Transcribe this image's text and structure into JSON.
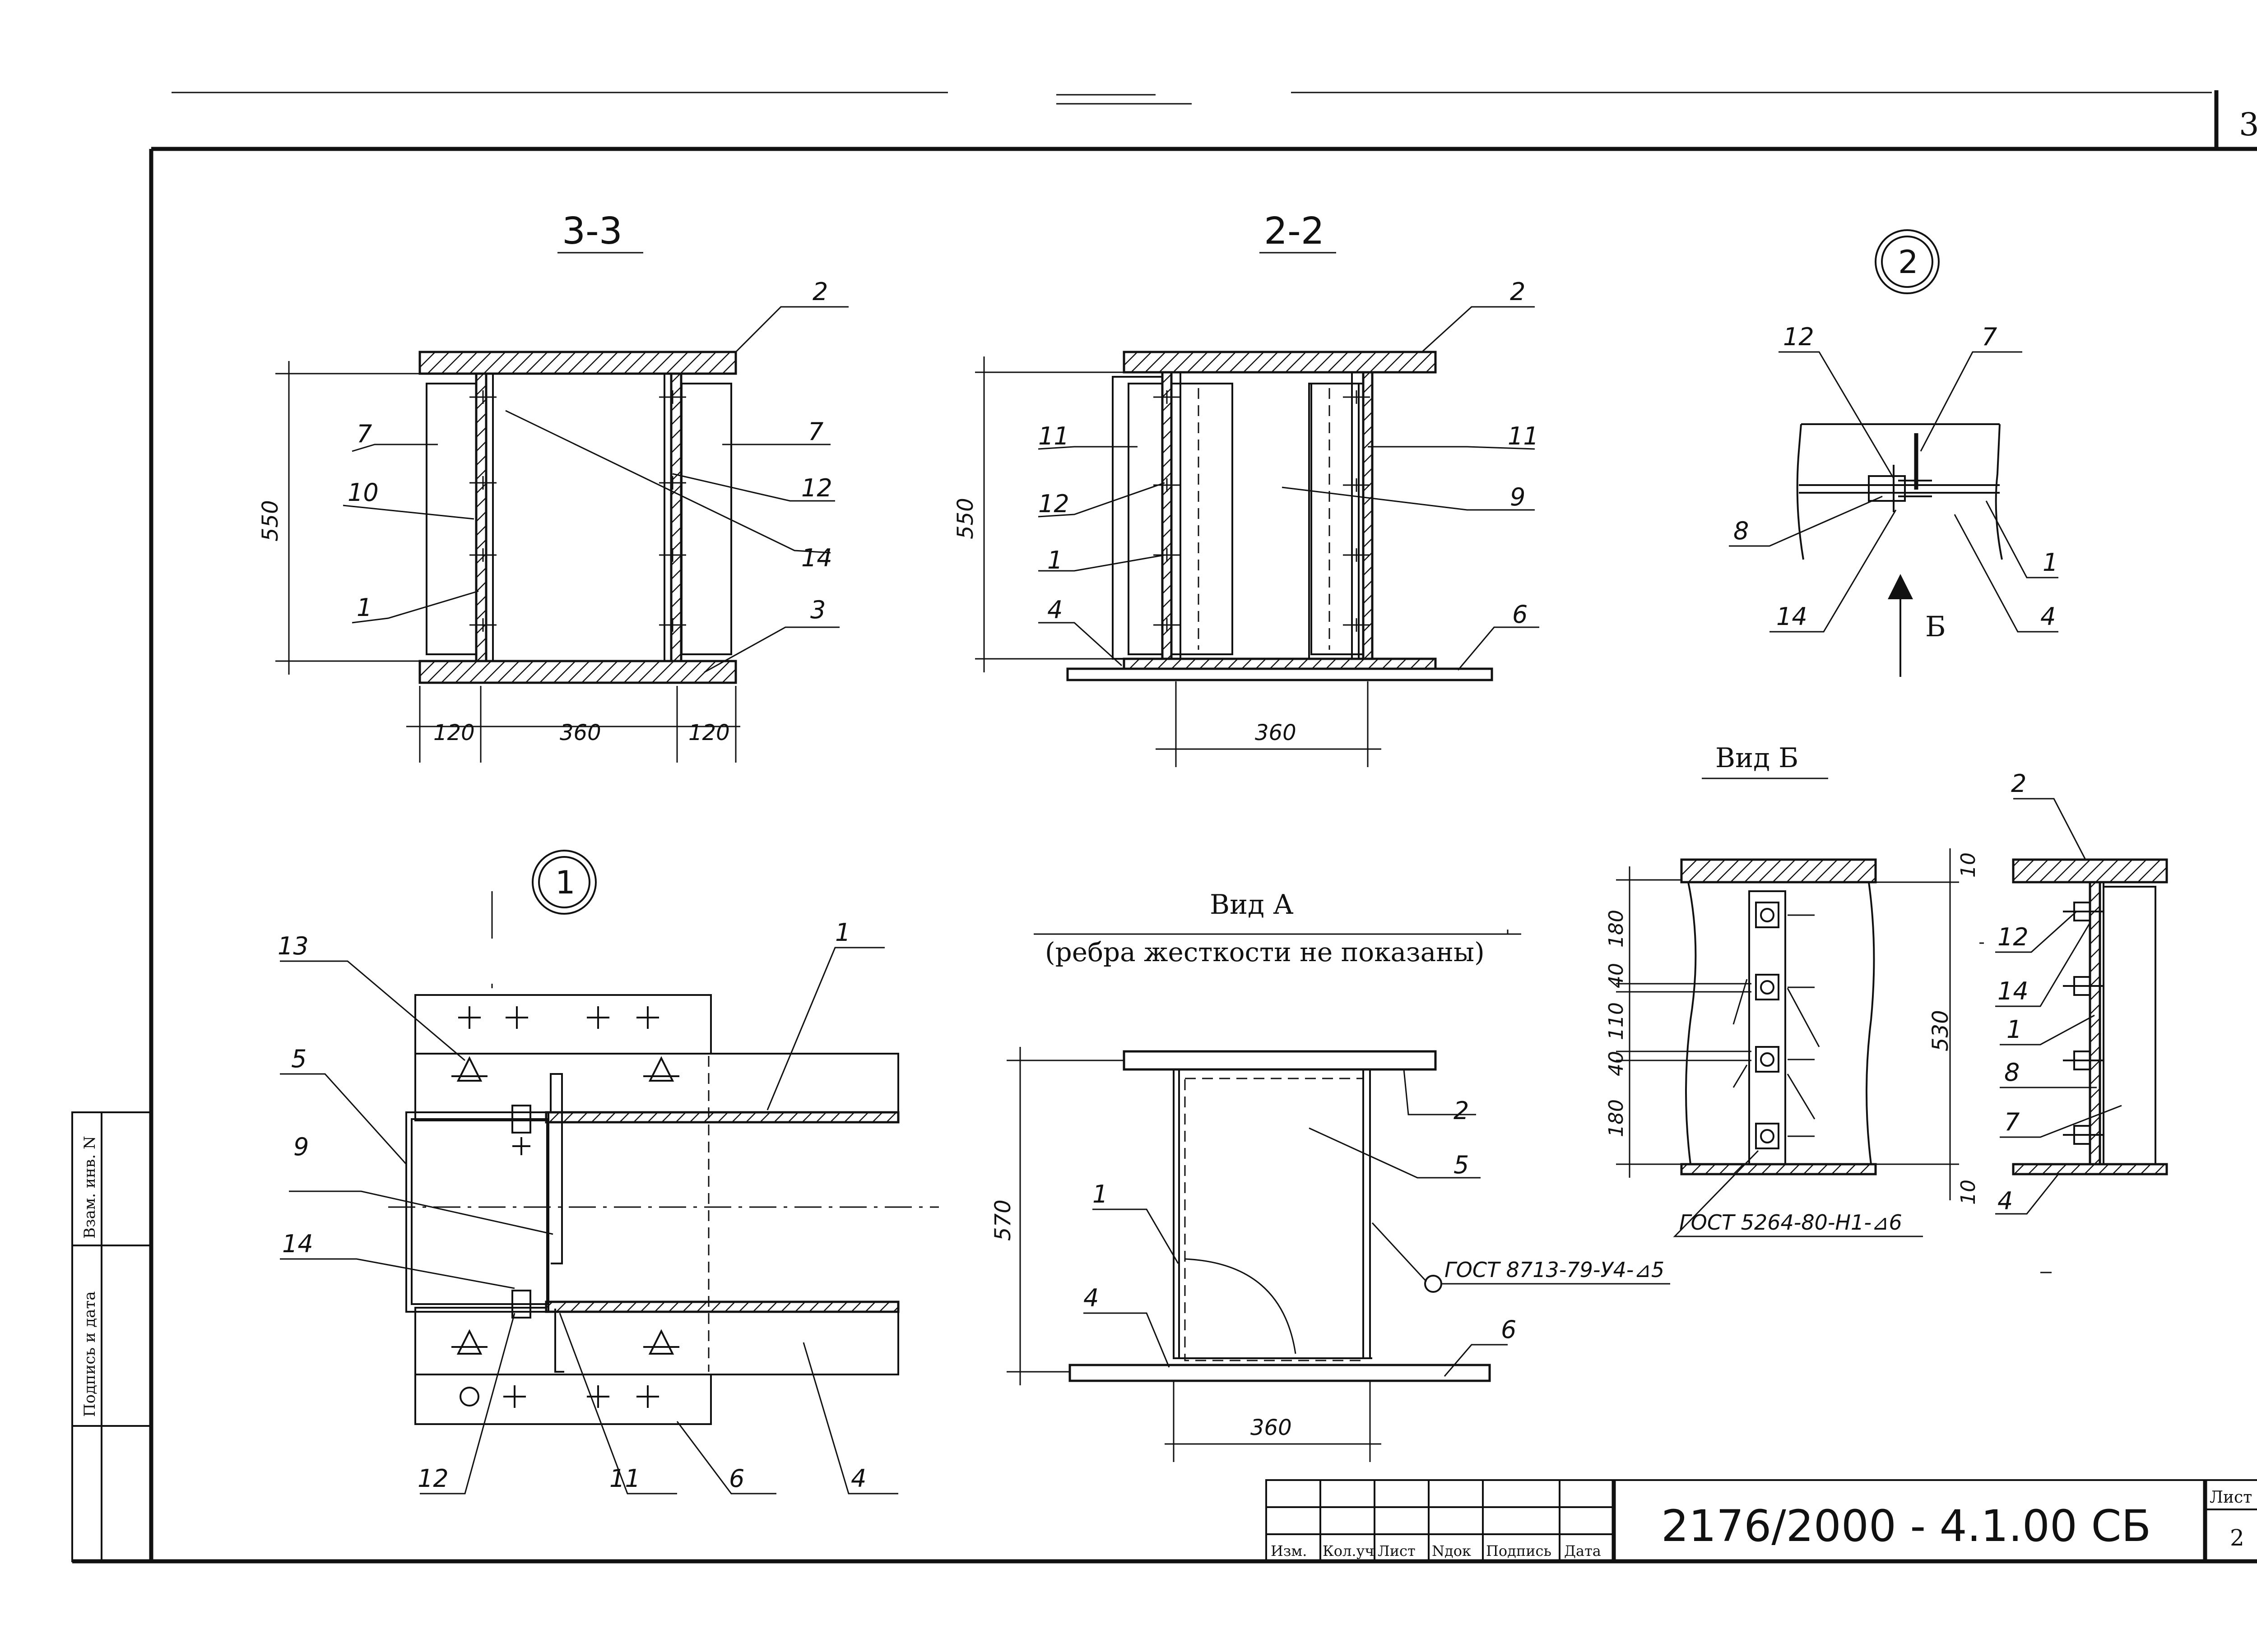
{
  "sheet": {
    "sheet_corner_number": "3",
    "document_code": "2176/2000 - 4.1.00 СБ",
    "sheet_label": "Лист",
    "sheet_number": "2",
    "title_block_columns": [
      "Изм.",
      "Кол.уч",
      "Лист",
      "Nдок",
      "Подпись",
      "Дата"
    ],
    "side_stamp": [
      "Взам. инв. N",
      "Подпись и дата"
    ]
  },
  "section_3_3": {
    "title": "3-3",
    "dimensions": {
      "height": "550",
      "left": "120",
      "middle": "360",
      "right": "120"
    },
    "callouts": [
      "2",
      "7",
      "7",
      "10",
      "12",
      "1",
      "14",
      "3"
    ]
  },
  "section_2_2": {
    "title": "2-2",
    "dimensions": {
      "height": "550",
      "width": "360"
    },
    "callouts": [
      "2",
      "11",
      "11",
      "12",
      "9",
      "1",
      "4",
      "6"
    ]
  },
  "node_2": {
    "title": "2",
    "callouts": [
      "12",
      "7",
      "8",
      "1",
      "14",
      "4"
    ],
    "view_arrow_label": "Б"
  },
  "node_1": {
    "title": "1",
    "callouts": [
      "13",
      "1",
      "5",
      "9",
      "14",
      "12",
      "11",
      "6",
      "4"
    ]
  },
  "view_a": {
    "title": "Вид А",
    "subtitle": "(ребра жесткости не показаны)",
    "dimensions": {
      "height": "570",
      "width": "360"
    },
    "callouts": [
      "2",
      "5",
      "1",
      "4",
      "6"
    ],
    "weld_note": "ГОСТ 8713-79-У4-⊿5"
  },
  "view_b": {
    "title": "Вид Б",
    "dimensions": {
      "top": "10",
      "bottom": "10",
      "total": "530",
      "left_chain": [
        "180",
        "40",
        "110",
        "40",
        "180"
      ]
    },
    "weld_note": "ГОСТ 5264-80-Н1-⊿6"
  },
  "side_view": {
    "callouts": [
      "2",
      "12",
      "14",
      "1",
      "8",
      "7",
      "4"
    ]
  }
}
